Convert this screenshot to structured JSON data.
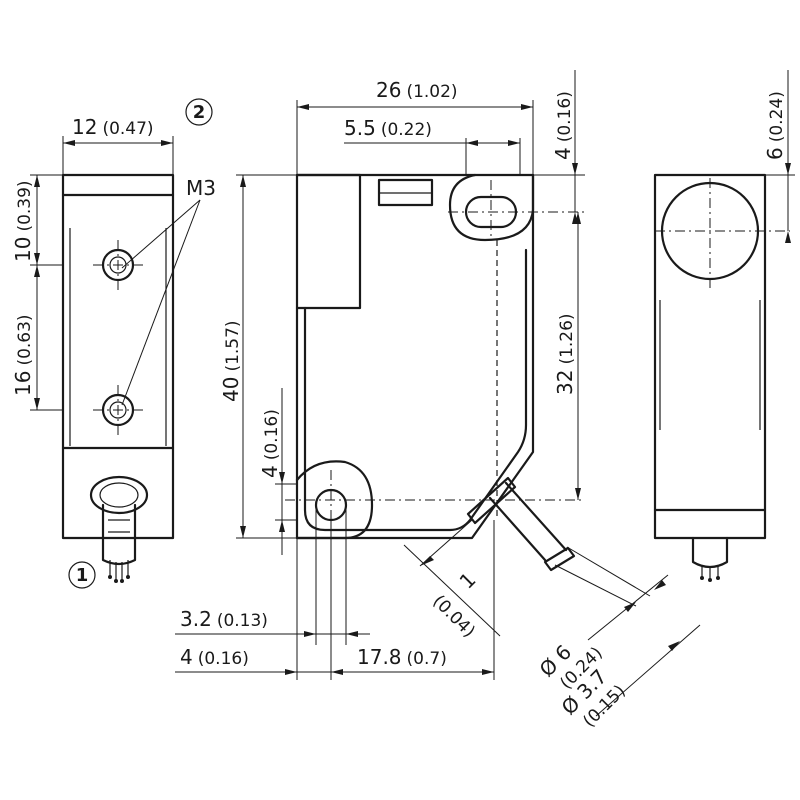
{
  "callouts": {
    "connector": "1",
    "mounting": "2"
  },
  "thread_label": "M3",
  "dimensions": {
    "width_side": {
      "value": "12",
      "inch": "(0.47)"
    },
    "hole_top": {
      "value": "10",
      "inch": "(0.39)"
    },
    "hole_spacing": {
      "value": "16",
      "inch": "(0.63)"
    },
    "width_front": {
      "value": "26",
      "inch": "(1.02)"
    },
    "optic_offset": {
      "value": "5.5",
      "inch": "(0.22)"
    },
    "top_gap": {
      "value": "4",
      "inch": "(0.16)"
    },
    "height": {
      "value": "40",
      "inch": "(1.57)"
    },
    "hole_pitch": {
      "value": "32",
      "inch": "(1.26)"
    },
    "lower_hole": {
      "value": "4",
      "inch": "(0.16)"
    },
    "hole_dia_offset": {
      "value": "3.2",
      "inch": "(0.13)"
    },
    "edge_offset": {
      "value": "4",
      "inch": "(0.16)"
    },
    "cable_exit": {
      "value": "17.8",
      "inch": "(0.7)"
    },
    "cable_bend": {
      "value": "1",
      "inch": "(0.04)"
    },
    "cable_outer": {
      "value": "Ø 6",
      "inch": "(0.24)"
    },
    "cable_inner": {
      "value": "Ø 3.7",
      "inch": "(0.15)"
    },
    "lens_offset": {
      "value": "6",
      "inch": "(0.24)"
    }
  }
}
